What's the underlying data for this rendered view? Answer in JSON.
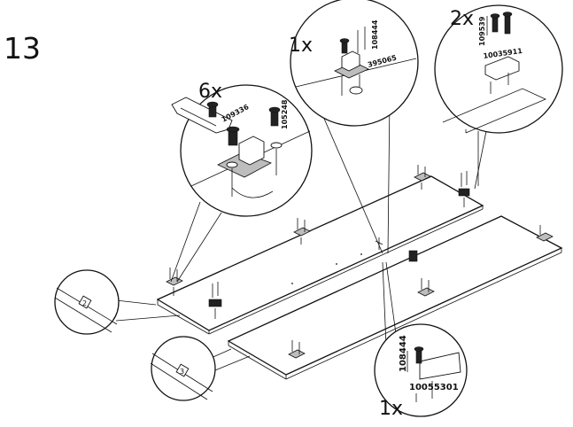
{
  "step_number": "13",
  "callouts": {
    "top_left": {
      "qty": "6x",
      "parts": [
        "109336",
        "105248"
      ]
    },
    "top_middle": {
      "qty": "1x",
      "parts": [
        "108444",
        "395065"
      ]
    },
    "top_right": {
      "qty": "2x",
      "parts": [
        "109539",
        "10035911"
      ]
    },
    "bottom_right": {
      "qty": "1x",
      "parts": [
        "108444",
        "10055301"
      ]
    }
  },
  "panel_markers": [
    "2",
    "3"
  ]
}
